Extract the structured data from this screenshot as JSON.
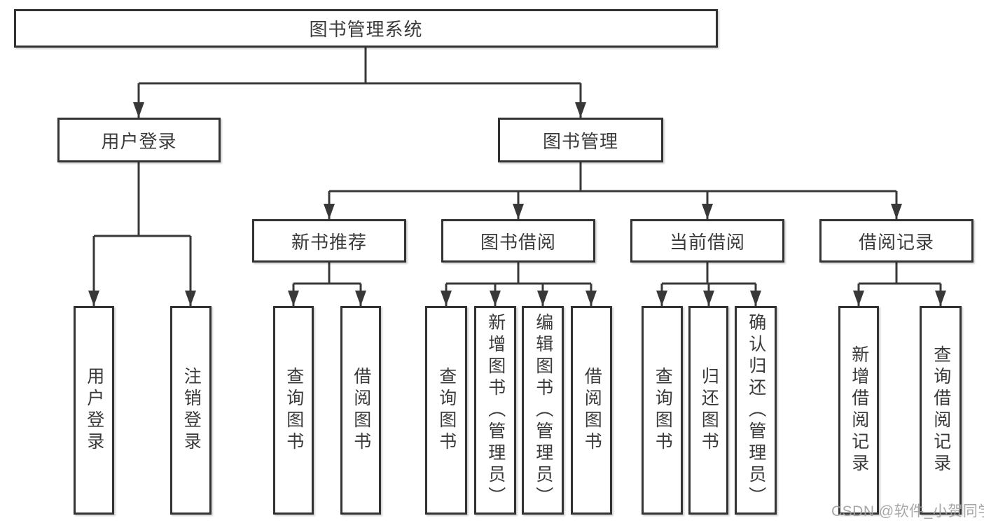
{
  "diagram": {
    "root": {
      "label": "图书管理系统"
    },
    "branches": [
      {
        "label": "用户登录",
        "leaves": [
          {
            "label": "用户登录"
          },
          {
            "label": "注销登录"
          }
        ]
      },
      {
        "label": "图书管理",
        "groups": [
          {
            "label": "新书推荐",
            "leaves": [
              {
                "label": "查询图书"
              },
              {
                "label": "借阅图书"
              }
            ]
          },
          {
            "label": "图书借阅",
            "leaves": [
              {
                "label": "查询图书"
              },
              {
                "label": "新增图书（管理员）"
              },
              {
                "label": "编辑图书（管理员）"
              },
              {
                "label": "借阅图书"
              }
            ]
          },
          {
            "label": "当前借阅",
            "leaves": [
              {
                "label": "查询图书"
              },
              {
                "label": "归还图书"
              },
              {
                "label": "确认归还（管理员）"
              }
            ]
          },
          {
            "label": "借阅记录",
            "leaves": [
              {
                "label": "新增借阅记录"
              },
              {
                "label": "查询借阅记录"
              }
            ]
          }
        ]
      }
    ]
  },
  "watermark": "CSDN @软件_小贺同学",
  "colors": {
    "line": "#383838",
    "box_border": "#333333",
    "text": "#3a3a3a",
    "background": "#ffffff",
    "watermark": "#a0a0a0"
  }
}
